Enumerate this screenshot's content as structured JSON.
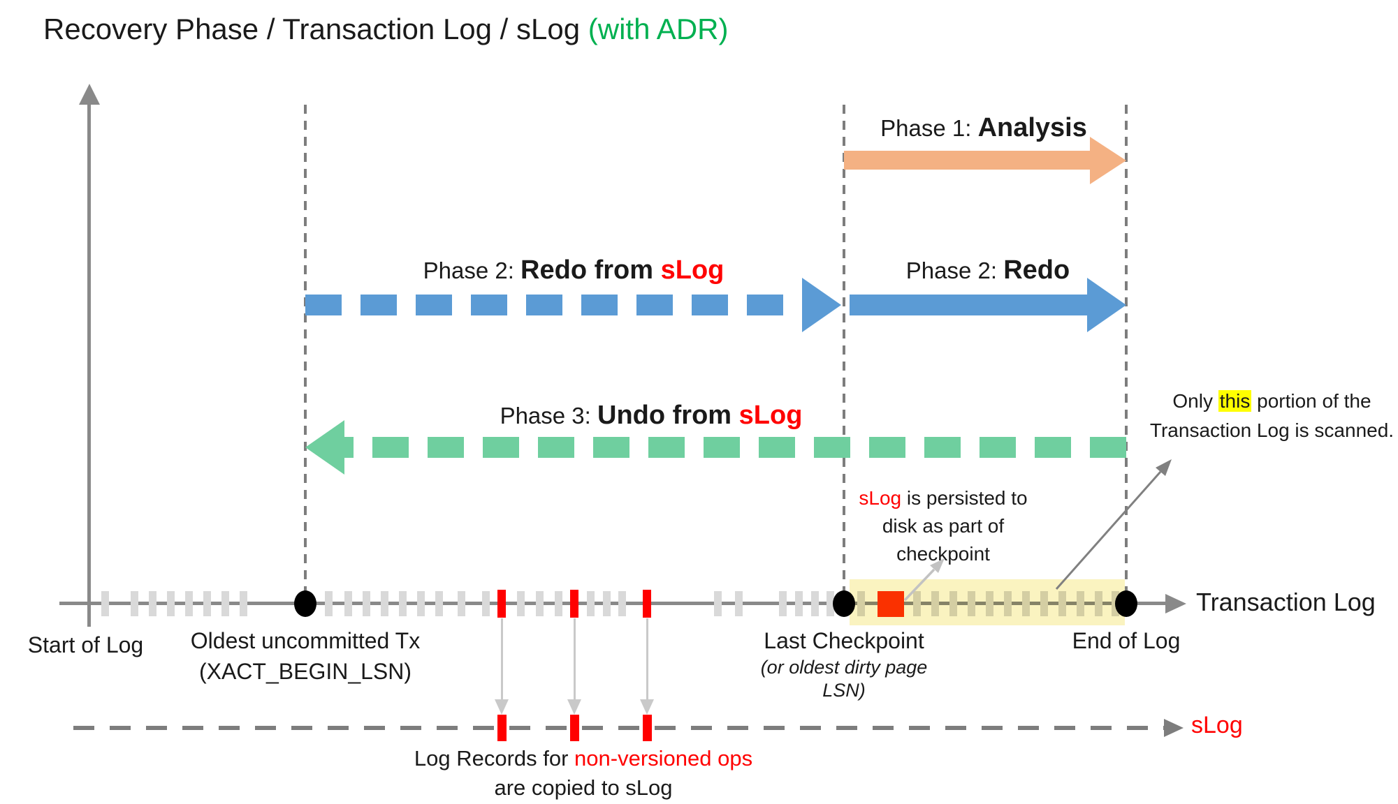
{
  "title": {
    "main": "Recovery Phase / Transaction Log / sLog ",
    "suffix": "(with ADR)"
  },
  "colors": {
    "accent_green_title": "#00B050",
    "red": "#FF0000",
    "blue_arrow": "#5B9BD5",
    "green_arrow": "#6FCF9F",
    "orange_arrow": "#F4B183",
    "axis_gray": "#898989",
    "tick_gray": "#D9D9D9",
    "highlight_band": "#FAF3C0",
    "red_square": "#FF3300"
  },
  "phases": {
    "phase1": {
      "prefix": "Phase 1: ",
      "bold": "Analysis"
    },
    "phase2_slog": {
      "prefix": "Phase 2: ",
      "bold": "Redo from ",
      "red": "sLog"
    },
    "phase2": {
      "prefix": "Phase 2: ",
      "bold": "Redo"
    },
    "phase3": {
      "prefix": "Phase 3: ",
      "bold": "Undo from ",
      "red": "sLog"
    }
  },
  "annotations": {
    "scan": {
      "pre": "Only ",
      "highlight": "this",
      "post": " portion of the",
      "line2": "Transaction Log is scanned."
    },
    "persist": {
      "red": "sLog",
      "line1_rest": " is persisted to",
      "line2": "disk as part of",
      "line3": "checkpoint"
    },
    "copy": {
      "pre": "Log Records for ",
      "red": "non-versioned ops",
      "line2": "are copied to sLog"
    }
  },
  "timeline": {
    "label": "Transaction Log",
    "markers": {
      "start": {
        "label": "Start of Log"
      },
      "oldest": {
        "label1": "Oldest uncommitted Tx",
        "label2": "(XACT_BEGIN_LSN)"
      },
      "checkpoint": {
        "label1": "Last Checkpoint",
        "label2": "(or oldest dirty page",
        "label3": "LSN)"
      },
      "end": {
        "label": "End of Log"
      }
    }
  },
  "slog": {
    "label": "sLog"
  },
  "geometry": {
    "gray_ticks_x": [
      150,
      192,
      218,
      244,
      270,
      296,
      322,
      348,
      470,
      498,
      524,
      550,
      576,
      602,
      628,
      660,
      695,
      745,
      772,
      799,
      845,
      868,
      890,
      1027,
      1057,
      1120,
      1143,
      1166,
      1188,
      1232,
      1312,
      1338,
      1364,
      1390,
      1416,
      1442,
      1468,
      1494,
      1520,
      1546,
      1572,
      1596
    ],
    "red_ticks_x": [
      718,
      822,
      926
    ],
    "dots_x": [
      437,
      1208,
      1612
    ],
    "slog_red_ticks_x": [
      718,
      822,
      926
    ],
    "vguides_x": [
      435,
      1206,
      1610
    ]
  }
}
